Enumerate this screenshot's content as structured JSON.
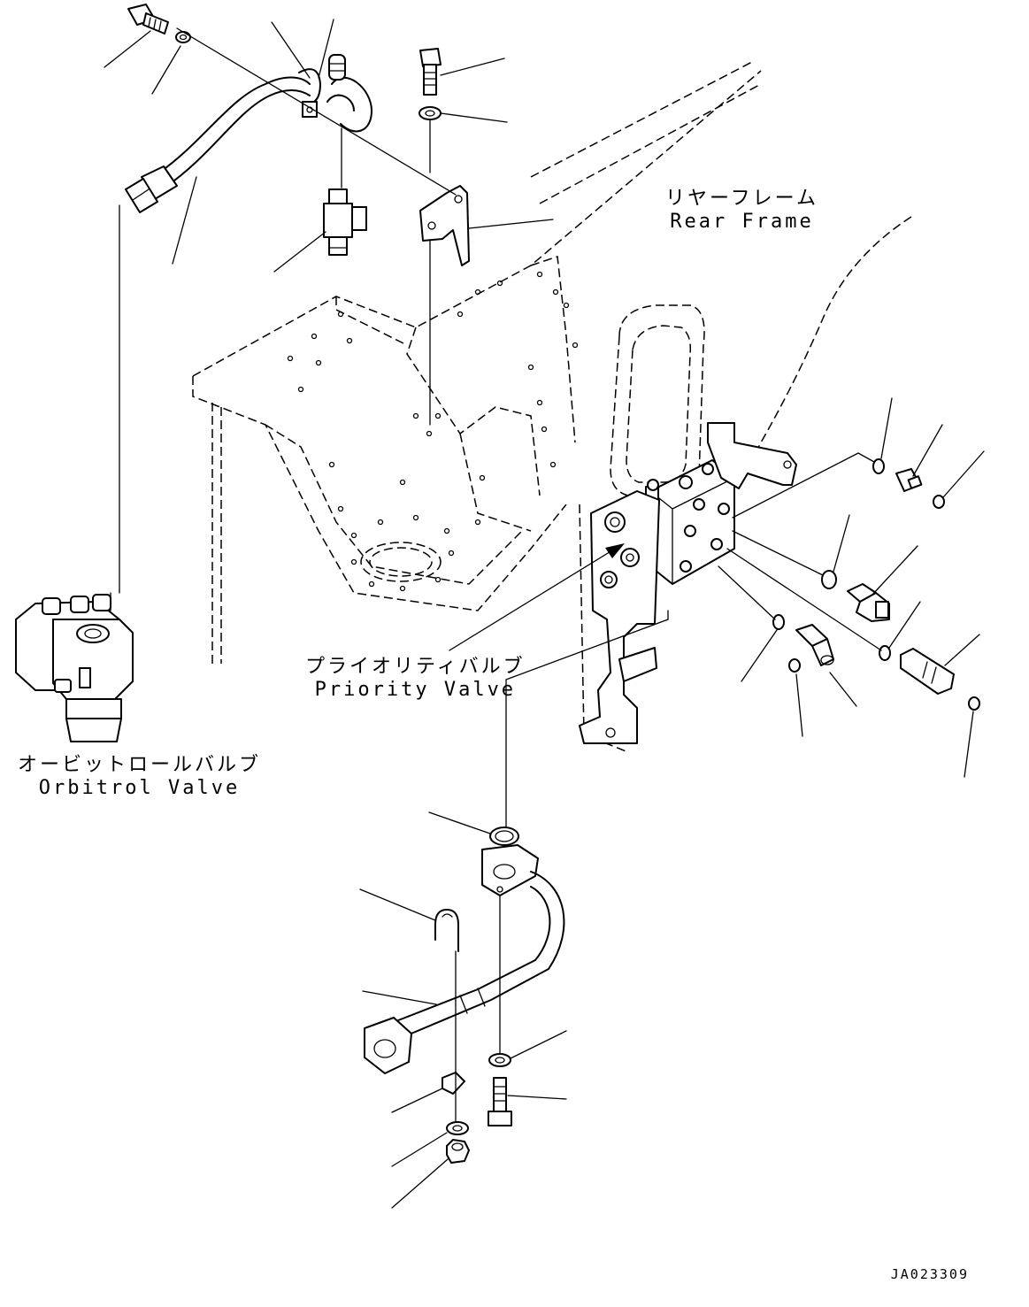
{
  "labels": {
    "rear_frame_jp": "リヤーフレーム",
    "rear_frame_en": "Rear Frame",
    "priority_valve_jp": "プライオリティバルブ",
    "priority_valve_en": "Priority Valve",
    "orbitrol_valve_jp": "オービットロールバルブ",
    "orbitrol_valve_en": "Orbitrol Valve"
  },
  "drawing_code": "JA023309"
}
